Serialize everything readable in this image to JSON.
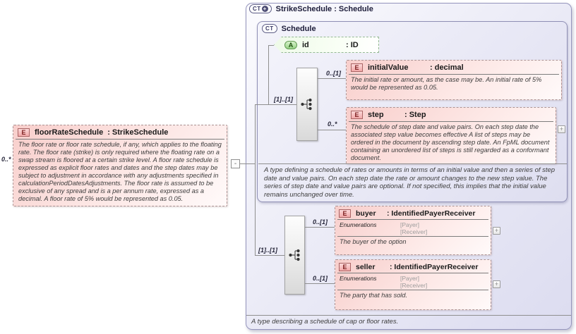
{
  "diagram": {
    "kind": "xsd-schema-diagram",
    "colors": {
      "container_fill": "#e6e6f5",
      "container_border": "#9595bd",
      "element_fill": "#f8cecb",
      "element_badge": "#f2a9a9",
      "attribute_fill": "#eefae8",
      "attribute_badge": "#96d285",
      "line": "#8f8f8f"
    }
  },
  "icons": {
    "expand_symbol": "+",
    "collapse_symbol": "-",
    "ct_plus_symbol": "+"
  },
  "left_element": {
    "cardinality": "0..*",
    "badge": "E",
    "name": "floorRateSchedule",
    "type": ": StrikeSchedule",
    "doc": "The floor rate or floor rate schedule, if any, which applies to the floating rate. The floor rate (strike) is only required where the floating rate on a swap stream is floored at a certain strike level. A floor rate schedule is expressed as explicit floor rates and dates and the step dates may be subject to adjustment in accordance with any adjustments specified in calculationPeriodDatesAdjustments. The floor rate is assumed to be exclusive of any spread and is a per annum rate, expressed as a decimal. A floor rate of 5% would be represented as 0.05."
  },
  "outer": {
    "badge": "CT",
    "title": "StrikeSchedule : Schedule",
    "doc": "A type describing a schedule of cap or floor rates."
  },
  "schedule": {
    "badge": "CT",
    "title": "Schedule",
    "doc": "A type defining a schedule of rates or amounts in terms of an initial value and then a series of step date and value pairs. On each step date the rate or amount changes to the new step value. The series of step date and value pairs are optional. If not specified, this implies that the initial value remains unchanged over time.",
    "attribute": {
      "badge": "A",
      "name": "id",
      "type": ": ID"
    },
    "sequence_cardinality": "[1]..[1]",
    "initialValue": {
      "cardinality": "0..[1]",
      "badge": "E",
      "name": "initialValue",
      "type": ": decimal",
      "doc": "The initial rate or amount, as the case may be. An initial rate of 5% would be represented as 0.05."
    },
    "step": {
      "cardinality": "0..*",
      "badge": "E",
      "name": "step",
      "type": ": Step",
      "doc": "The schedule of step date and value pairs. On each step date the associated step value becomes effective A list of steps may be ordered in the document by ascending step date. An FpML document containing an unordered list of steps is still regarded as a conformant document."
    }
  },
  "extension": {
    "sequence_cardinality": "[1]..[1]",
    "buyer": {
      "cardinality": "0..[1]",
      "badge": "E",
      "name": "buyer",
      "type": ": IdentifiedPayerReceiver",
      "enum_label": "Enumerations",
      "enums": [
        "[Payer]",
        "[Receiver]"
      ],
      "doc": "The buyer of the option"
    },
    "seller": {
      "cardinality": "0..[1]",
      "badge": "E",
      "name": "seller",
      "type": ": IdentifiedPayerReceiver",
      "enum_label": "Enumerations",
      "enums": [
        "[Payer]",
        "[Receiver]"
      ],
      "doc": "The party that has sold."
    }
  }
}
